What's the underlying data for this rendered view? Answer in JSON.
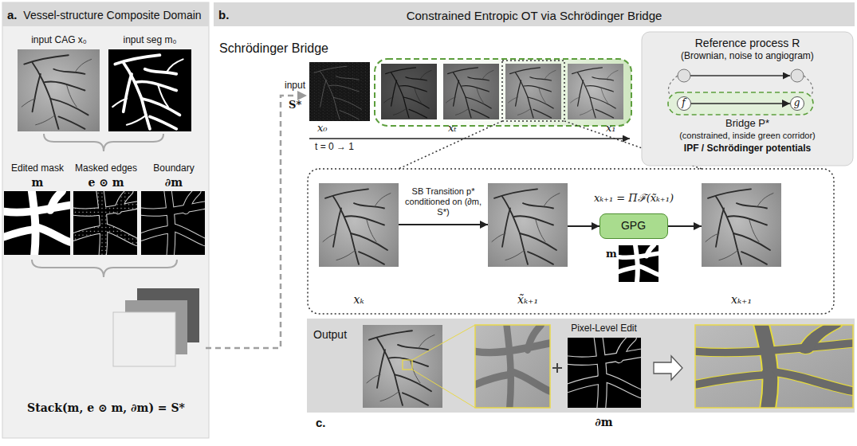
{
  "diagram": {
    "nodes": [
      {
        "text": [
          "a.",
          "Vessel-structure Composite Domain"
        ]
      },
      {
        "text": [
          "input CAG x₀"
        ],
        "in": 0
      },
      {
        "text": [
          "input seg m₀"
        ],
        "in": 0
      },
      {
        "text": [
          "Edited mask",
          "m"
        ],
        "in": 0
      },
      {
        "text": [
          "Masked edges",
          "e ⊙ m"
        ],
        "in": 0
      },
      {
        "text": [
          "Boundary",
          "∂m"
        ],
        "in": 0
      },
      {
        "text": [
          "Stack(m, e ⊙ m, ∂m) = S*"
        ],
        "in": 0
      },
      {
        "text": [
          "b.",
          "Constrained Entropic OT via Schrödinger Bridge"
        ]
      },
      {
        "text": [
          "Schrödinger Bridge"
        ],
        "in": 7
      },
      {
        "text": [
          "Reference process R",
          "(Brownian, noise to angiogram)",
          "Bridge P*",
          "(constrained, inside green corridor)",
          "IPF / Schrödinger potentials"
        ],
        "in": 7
      },
      {
        "text": [
          "f"
        ],
        "in": 9
      },
      {
        "text": [
          "g"
        ],
        "in": 9
      },
      {
        "text": [
          "xₖ"
        ],
        "in": 7
      },
      {
        "text": [
          "x̃ₖ₊₁"
        ],
        "in": 7
      },
      {
        "text": [
          "GPG"
        ],
        "in": 7
      },
      {
        "text": [
          "xₖ₊₁"
        ],
        "in": 7
      },
      {
        "text": [
          "Output"
        ]
      },
      {
        "text": [
          "Pixel-Level Edit",
          "∂m"
        ],
        "in": 16
      }
    ],
    "edges": [
      {
        "from": 6,
        "to": 8,
        "arrow": "to",
        "label": "input"
      },
      {
        "from": 10,
        "to": 11,
        "arrow": "to"
      },
      {
        "from": 12,
        "to": 13,
        "arrow": "to",
        "label": "SB Transition p* conditioned on (∂m, S*)"
      },
      {
        "from": 13,
        "to": 14,
        "arrow": "to"
      },
      {
        "from": 14,
        "to": 15,
        "arrow": "to"
      }
    ],
    "labels": [
      "S*",
      "x₀",
      "xₜ",
      "x₁",
      "t = 0 → 1",
      "xₖ₊₁ = Πℱ(x̃ₖ₊₁)",
      "m",
      "c."
    ]
  }
}
